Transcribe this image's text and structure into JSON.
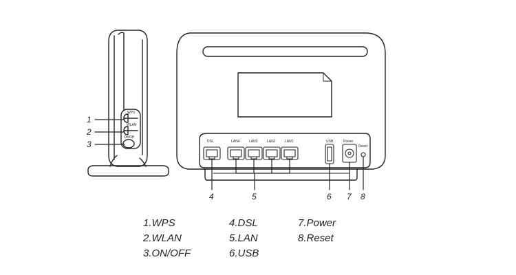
{
  "side_view": {
    "button_labels": [
      "WPS",
      "WLAN",
      "On/Off"
    ],
    "callouts": [
      "1",
      "2",
      "3"
    ]
  },
  "rear_view": {
    "port_labels": {
      "dsl": "DSL",
      "lan": [
        "LAN4",
        "LAN3",
        "LAN2",
        "LAN1"
      ],
      "usb": "USB",
      "power": "Power",
      "reset": "Reset"
    },
    "callouts": [
      "4",
      "5",
      "6",
      "7",
      "8"
    ]
  },
  "legend": {
    "col1": [
      "1.WPS",
      "2.WLAN",
      "3.ON/OFF"
    ],
    "col2": [
      "4.DSL",
      "5.LAN",
      "6.USB"
    ],
    "col3": [
      "7.Power",
      "8.Reset"
    ]
  }
}
